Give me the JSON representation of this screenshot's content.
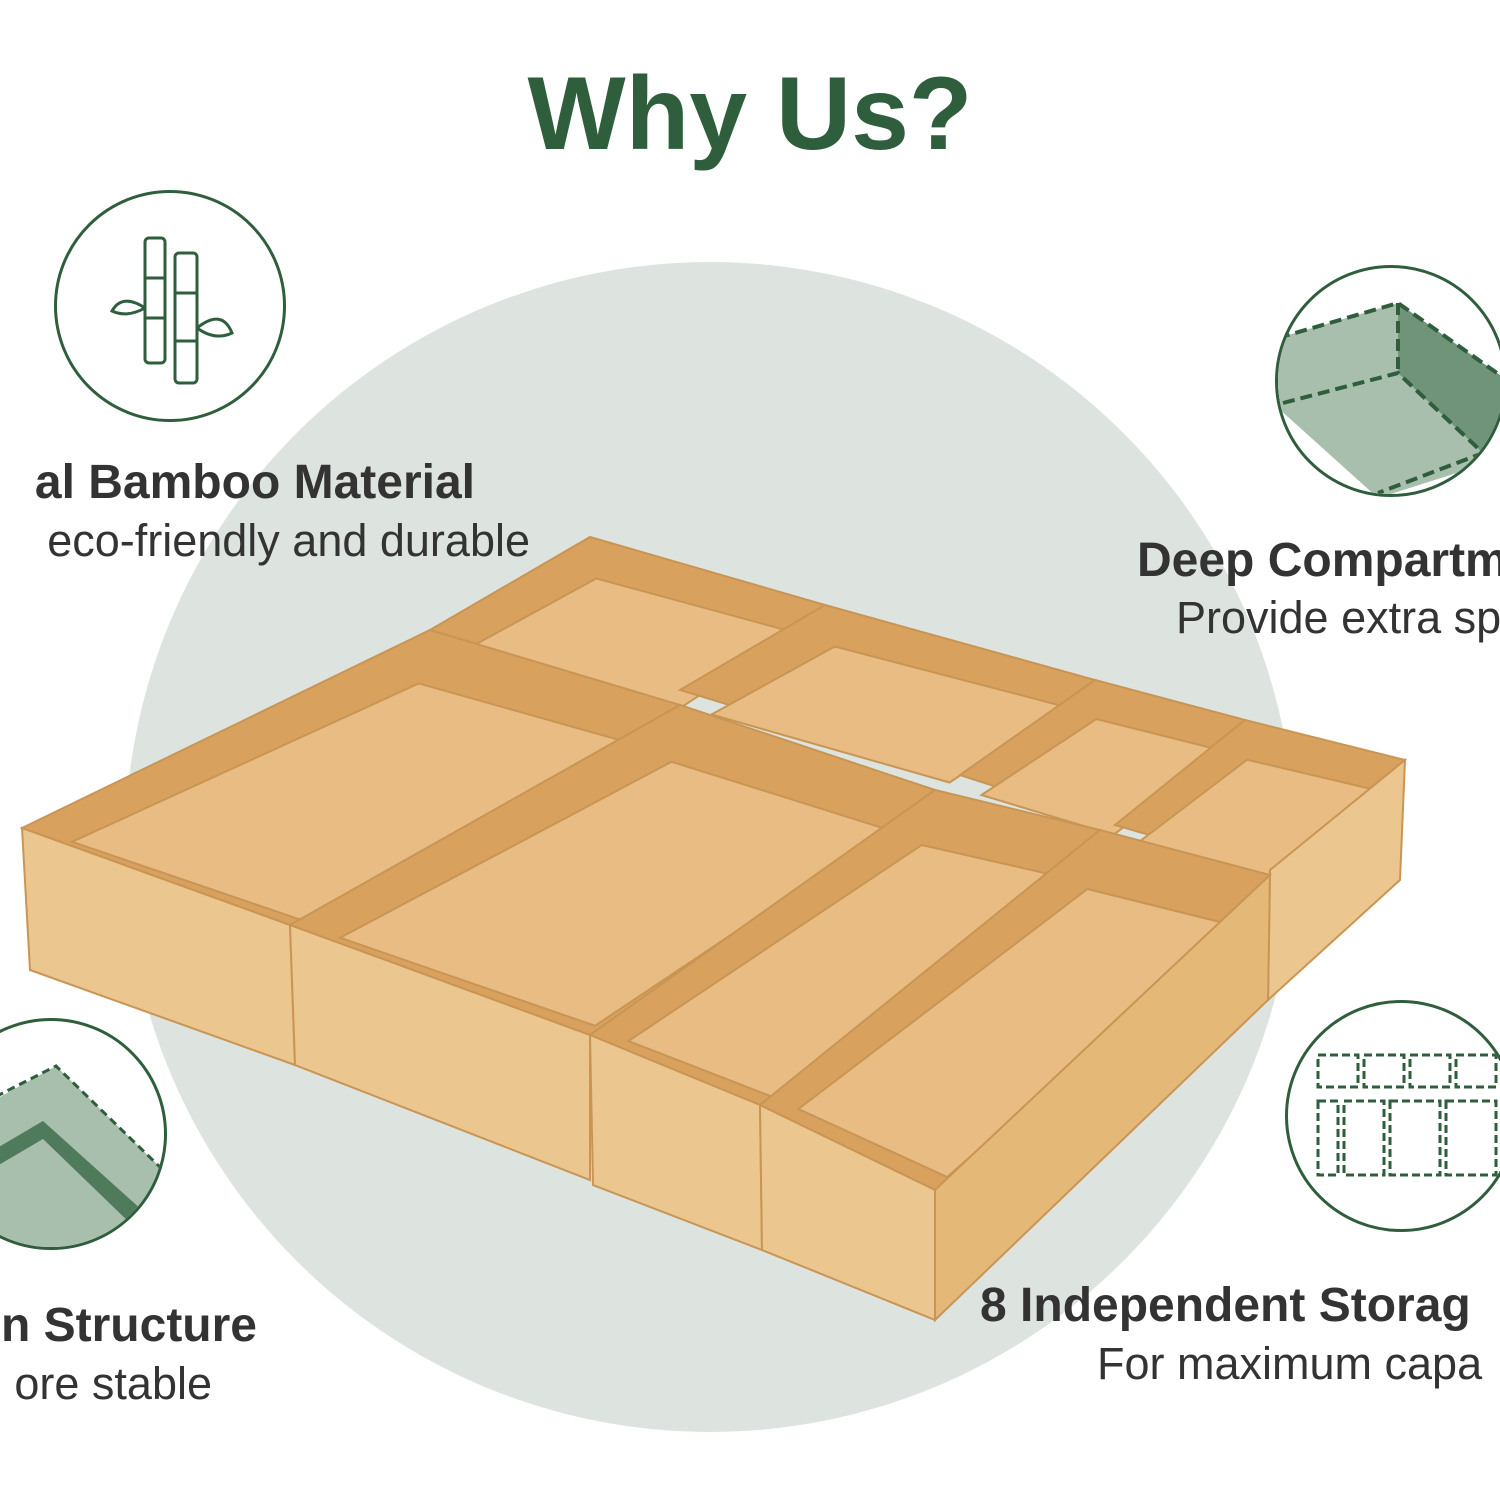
{
  "title": "Why Us?",
  "features": [
    {
      "heading": "al Bamboo Material",
      "sub": "eco-friendly and durable",
      "icon": "bamboo-icon"
    },
    {
      "heading": "Deep Compartm",
      "sub": "Provide extra sp",
      "icon": "deep-compartment-icon"
    },
    {
      "heading": "n Structure",
      "sub": "ore stable",
      "icon": "corner-structure-icon"
    },
    {
      "heading": "8 Independent Storag",
      "sub": "For maximum capa",
      "icon": "storage-grid-icon"
    }
  ],
  "colors": {
    "accent": "#2f5e3d",
    "circle": "#dde3de",
    "wood": "#e2b373"
  }
}
